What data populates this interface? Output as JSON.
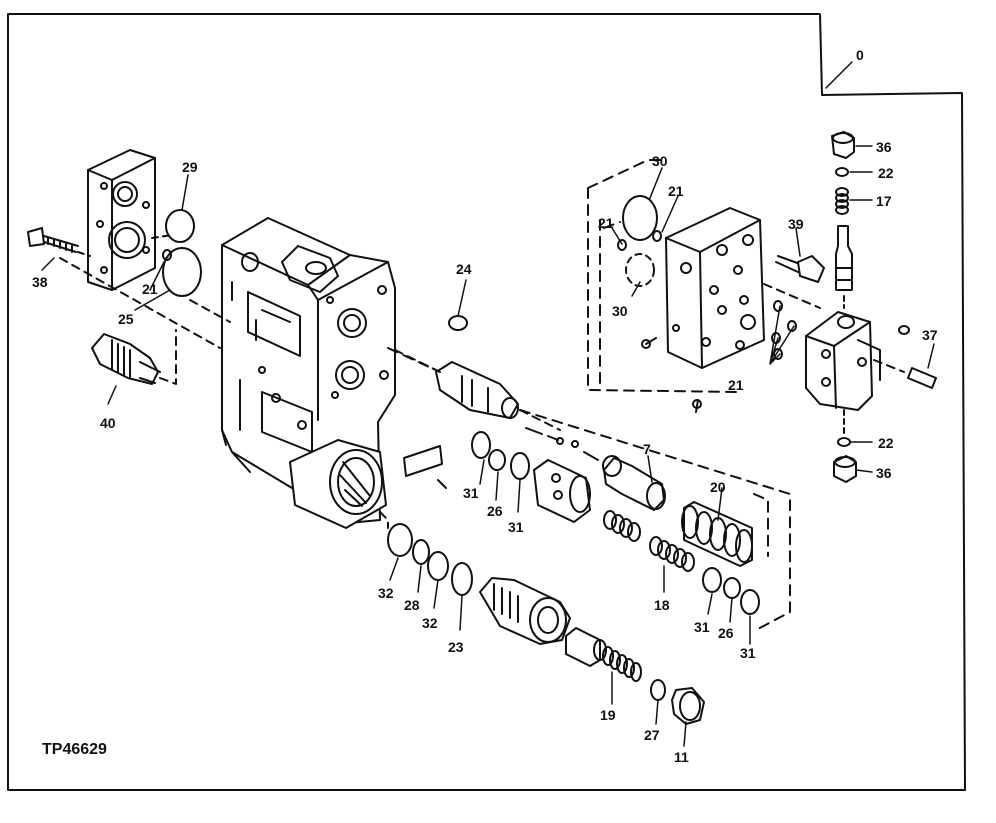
{
  "figure_id": "TP46629",
  "colors": {
    "ink": "#111111",
    "paper": "#ffffff"
  },
  "callouts": [
    {
      "id": "c0",
      "text": "0"
    },
    {
      "id": "c29",
      "text": "29"
    },
    {
      "id": "c38",
      "text": "38"
    },
    {
      "id": "c21a",
      "text": "21"
    },
    {
      "id": "c25",
      "text": "25"
    },
    {
      "id": "c24",
      "text": "24"
    },
    {
      "id": "c40",
      "text": "40"
    },
    {
      "id": "c30a",
      "text": "30"
    },
    {
      "id": "c21b",
      "text": "21"
    },
    {
      "id": "c21c",
      "text": "21"
    },
    {
      "id": "c30b",
      "text": "30"
    },
    {
      "id": "c39",
      "text": "39"
    },
    {
      "id": "c36a",
      "text": "36"
    },
    {
      "id": "c22a",
      "text": "22"
    },
    {
      "id": "c17",
      "text": "17"
    },
    {
      "id": "c37",
      "text": "37"
    },
    {
      "id": "c21d",
      "text": "21"
    },
    {
      "id": "c22b",
      "text": "22"
    },
    {
      "id": "c36b",
      "text": "36"
    },
    {
      "id": "c7",
      "text": "7"
    },
    {
      "id": "c20",
      "text": "20"
    },
    {
      "id": "c31a",
      "text": "31"
    },
    {
      "id": "c26a",
      "text": "26"
    },
    {
      "id": "c31b",
      "text": "31"
    },
    {
      "id": "c32a",
      "text": "32"
    },
    {
      "id": "c28",
      "text": "28"
    },
    {
      "id": "c32b",
      "text": "32"
    },
    {
      "id": "c23",
      "text": "23"
    },
    {
      "id": "c18",
      "text": "18"
    },
    {
      "id": "c31c",
      "text": "31"
    },
    {
      "id": "c26b",
      "text": "26"
    },
    {
      "id": "c31d",
      "text": "31"
    },
    {
      "id": "c19",
      "text": "19"
    },
    {
      "id": "c27",
      "text": "27"
    },
    {
      "id": "c11",
      "text": "11"
    }
  ]
}
